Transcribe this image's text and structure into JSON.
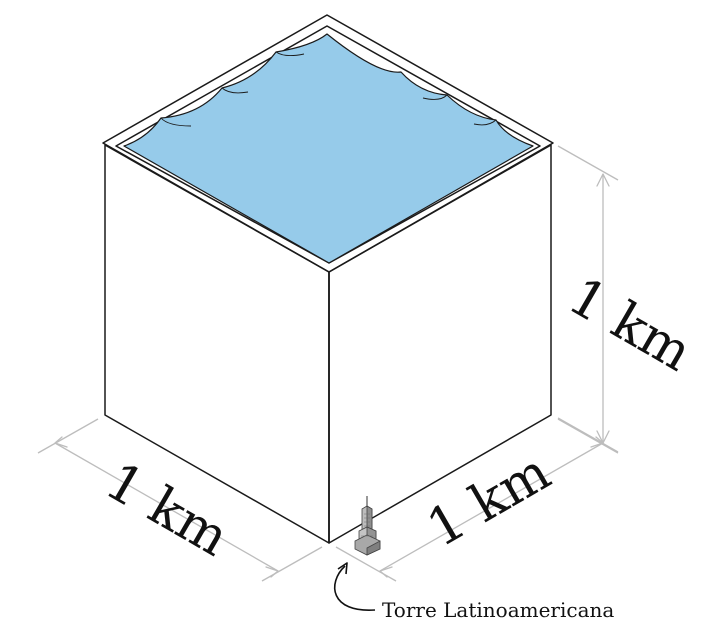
{
  "diagram": {
    "dimensions": {
      "height_label": "1 km",
      "left_width_label": "1 km",
      "right_width_label": "1 km"
    },
    "building_label": "Torre Latinoamericana",
    "colors": {
      "water": "#96cbea",
      "left_face": "#f3f3f3",
      "right_face": "#f7f7f7",
      "rim_top": "#ffffff",
      "rim_inner": "#ececec",
      "edge": "#1a1a1a",
      "dimension_line": "#bdbdbd",
      "building": "#9e9e9e"
    },
    "icons": [
      "cube-outline",
      "water-surface",
      "skyscraper-icon",
      "callout-arrow-icon"
    ]
  }
}
